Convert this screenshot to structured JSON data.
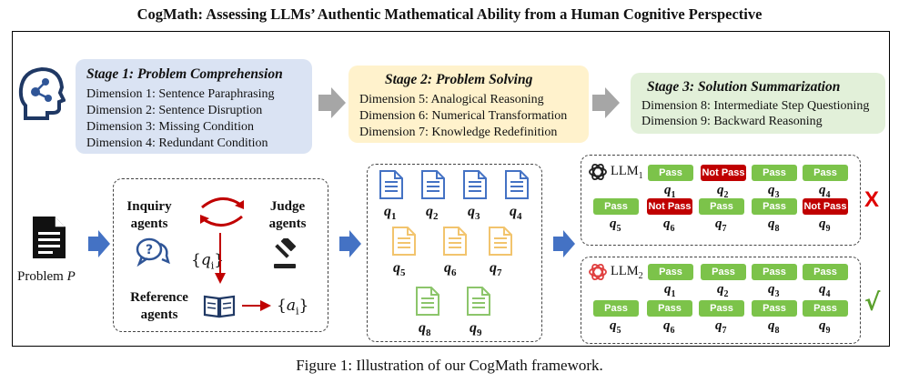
{
  "title": "CogMath: Assessing LLMs’ Authentic Mathematical Ability from a Human Cognitive Perspective",
  "caption": "Figure 1: Illustration of our CogMath framework.",
  "stages": [
    {
      "title": "Stage 1: Problem Comprehension",
      "dimensions": [
        "Dimension 1: Sentence Paraphrasing",
        "Dimension 2: Sentence Disruption",
        "Dimension 3: Missing Condition",
        "Dimension 4: Redundant Condition"
      ],
      "color": "#dae3f3"
    },
    {
      "title": "Stage 2: Problem Solving",
      "dimensions": [
        "Dimension 5: Analogical Reasoning",
        "Dimension 6: Numerical Transformation",
        "Dimension 7: Knowledge Redefinition"
      ],
      "color": "#fff2cc"
    },
    {
      "title": "Stage 3: Solution Summarization",
      "dimensions": [
        "Dimension 8: Intermediate Step Questioning",
        "Dimension 9: Backward Reasoning"
      ],
      "color": "#e2f0d9"
    }
  ],
  "problem_label": "Problem",
  "problem_var": "P",
  "agents": {
    "inquiry": [
      "Inquiry",
      "agents"
    ],
    "judge": [
      "Judge",
      "agents"
    ],
    "reference": [
      "Reference",
      "agents"
    ],
    "qi": "q",
    "qi_sub": "i",
    "ai": "a",
    "ai_sub": "i"
  },
  "questions": [
    "q1",
    "q2",
    "q3",
    "q4",
    "q5",
    "q6",
    "q7",
    "q8",
    "q9"
  ],
  "q_subs": [
    "1",
    "2",
    "3",
    "4",
    "5",
    "6",
    "7",
    "8",
    "9"
  ],
  "llms": [
    {
      "name": "LLM",
      "sub": "1",
      "results": [
        "Pass",
        "Not Pass",
        "Pass",
        "Pass",
        "Pass",
        "Not Pass",
        "Pass",
        "Pass",
        "Not Pass"
      ],
      "verdict": "X",
      "verdict_color": "#e00000"
    },
    {
      "name": "LLM",
      "sub": "2",
      "results": [
        "Pass",
        "Pass",
        "Pass",
        "Pass",
        "Pass",
        "Pass",
        "Pass",
        "Pass",
        "Pass"
      ],
      "verdict": "√",
      "verdict_color": "#5aa02c"
    }
  ],
  "colors": {
    "blue": "#4472c4",
    "gold": "#f2c46d",
    "green": "#8cc56b",
    "arrow_gray": "#a6a6a6",
    "red": "#c00000"
  }
}
